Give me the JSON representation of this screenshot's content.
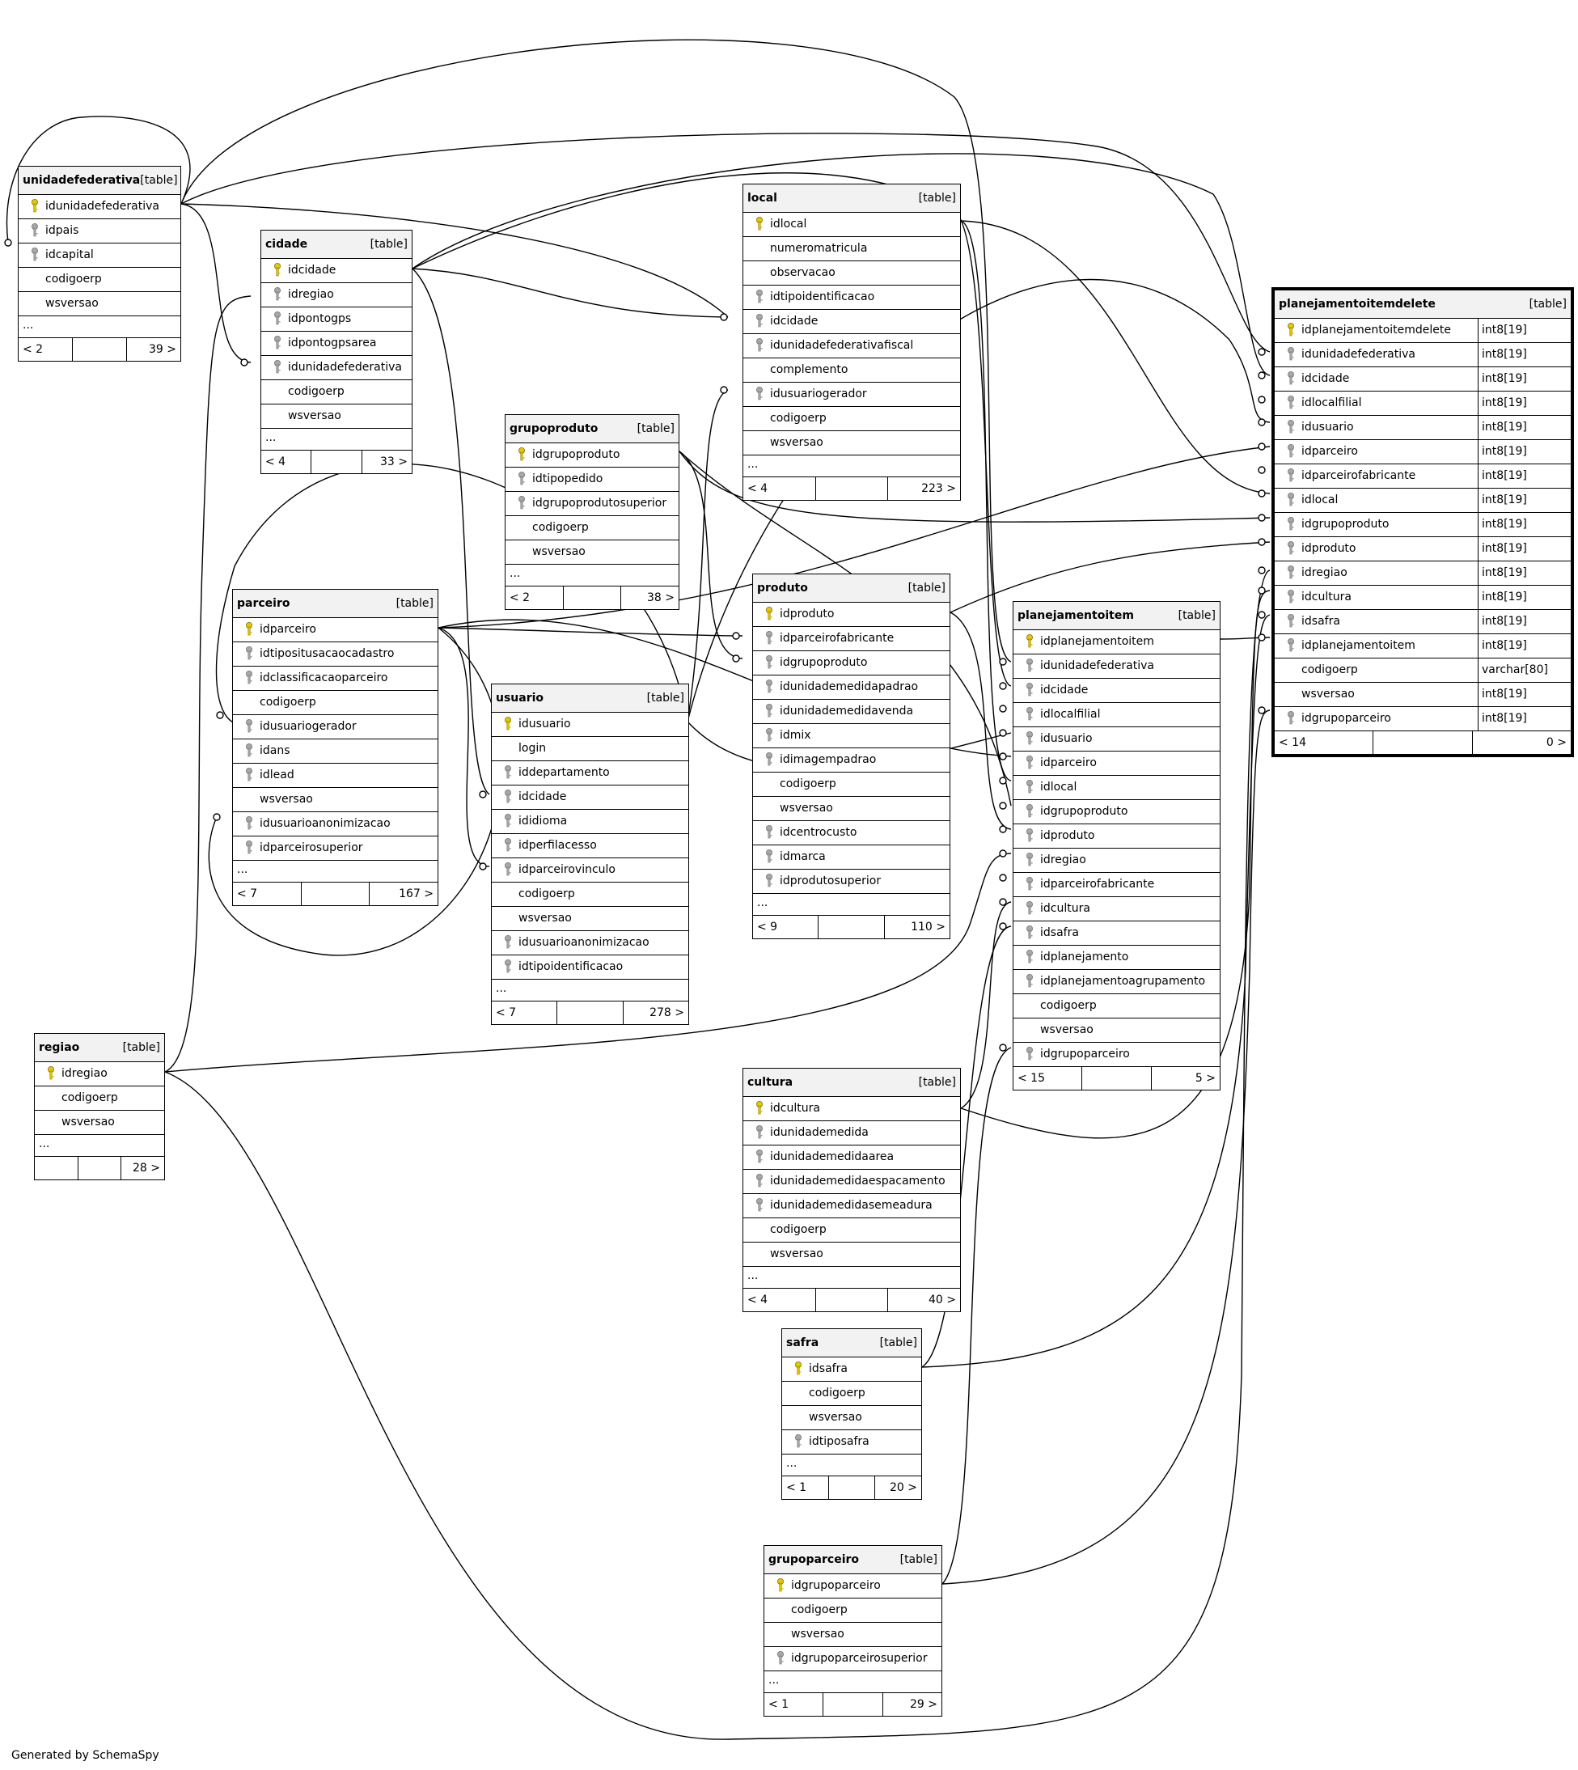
{
  "footer_text": "Generated by SchemaSpy",
  "colors": {
    "pk_key": "#e6c800",
    "fk_key": "#a8a8a8",
    "header_bg": "#f2f2f2"
  },
  "tables": [
    {
      "id": "unidadefederativa",
      "name": "unidadefederativa",
      "kind": "[table]",
      "columns": [
        {
          "n": "idunidadefederativa",
          "k": "pk"
        },
        {
          "n": "idpais",
          "k": "fk"
        },
        {
          "n": "idcapital",
          "k": "fk"
        },
        {
          "n": "codigoerp",
          "k": ""
        },
        {
          "n": "wsversao",
          "k": ""
        }
      ],
      "ellipsis": "...",
      "footer": [
        "< 2",
        "",
        "39 >"
      ]
    },
    {
      "id": "cidade",
      "name": "cidade",
      "kind": "[table]",
      "columns": [
        {
          "n": "idcidade",
          "k": "pk"
        },
        {
          "n": "idregiao",
          "k": "fk"
        },
        {
          "n": "idpontogps",
          "k": "fk"
        },
        {
          "n": "idpontogpsarea",
          "k": "fk"
        },
        {
          "n": "idunidadefederativa",
          "k": "fk"
        },
        {
          "n": "codigoerp",
          "k": ""
        },
        {
          "n": "wsversao",
          "k": ""
        }
      ],
      "ellipsis": "...",
      "footer": [
        "< 4",
        "",
        "33 >"
      ]
    },
    {
      "id": "local",
      "name": "local",
      "kind": "[table]",
      "columns": [
        {
          "n": "idlocal",
          "k": "pk"
        },
        {
          "n": "numeromatricula",
          "k": ""
        },
        {
          "n": "observacao",
          "k": ""
        },
        {
          "n": "idtipoidentificacao",
          "k": "fk"
        },
        {
          "n": "idcidade",
          "k": "fk"
        },
        {
          "n": "idunidadefederativafiscal",
          "k": "fk"
        },
        {
          "n": "complemento",
          "k": ""
        },
        {
          "n": "idusuariogerador",
          "k": "fk"
        },
        {
          "n": "codigoerp",
          "k": ""
        },
        {
          "n": "wsversao",
          "k": ""
        }
      ],
      "ellipsis": "...",
      "footer": [
        "< 4",
        "",
        "223 >"
      ]
    },
    {
      "id": "grupoproduto",
      "name": "grupoproduto",
      "kind": "[table]",
      "columns": [
        {
          "n": "idgrupoproduto",
          "k": "pk"
        },
        {
          "n": "idtipopedido",
          "k": "fk"
        },
        {
          "n": "idgrupoprodutosuperior",
          "k": "fk"
        },
        {
          "n": "codigoerp",
          "k": ""
        },
        {
          "n": "wsversao",
          "k": ""
        }
      ],
      "ellipsis": "...",
      "footer": [
        "< 2",
        "",
        "38 >"
      ]
    },
    {
      "id": "parceiro",
      "name": "parceiro",
      "kind": "[table]",
      "columns": [
        {
          "n": "idparceiro",
          "k": "pk"
        },
        {
          "n": "idtipositusacaocadastro",
          "k": "fk"
        },
        {
          "n": "idclassificacaoparceiro",
          "k": "fk"
        },
        {
          "n": "codigoerp",
          "k": ""
        },
        {
          "n": "idusuariogerador",
          "k": "fk"
        },
        {
          "n": "idans",
          "k": "fk"
        },
        {
          "n": "idlead",
          "k": "fk"
        },
        {
          "n": "wsversao",
          "k": ""
        },
        {
          "n": "idusuarioanonimizacao",
          "k": "fk"
        },
        {
          "n": "idparceirosuperior",
          "k": "fk"
        }
      ],
      "ellipsis": "...",
      "footer": [
        "< 7",
        "",
        "167 >"
      ]
    },
    {
      "id": "usuario",
      "name": "usuario",
      "kind": "[table]",
      "columns": [
        {
          "n": "idusuario",
          "k": "pk"
        },
        {
          "n": "login",
          "k": ""
        },
        {
          "n": "iddepartamento",
          "k": "fk"
        },
        {
          "n": "idcidade",
          "k": "fk"
        },
        {
          "n": "ididioma",
          "k": "fk"
        },
        {
          "n": "idperfilacesso",
          "k": "fk"
        },
        {
          "n": "idparceirovinculo",
          "k": "fk"
        },
        {
          "n": "codigoerp",
          "k": ""
        },
        {
          "n": "wsversao",
          "k": ""
        },
        {
          "n": "idusuarioanonimizacao",
          "k": "fk"
        },
        {
          "n": "idtipoidentificacao",
          "k": "fk"
        }
      ],
      "ellipsis": "...",
      "footer": [
        "< 7",
        "",
        "278 >"
      ]
    },
    {
      "id": "produto",
      "name": "produto",
      "kind": "[table]",
      "columns": [
        {
          "n": "idproduto",
          "k": "pk"
        },
        {
          "n": "idparceirofabricante",
          "k": "fk"
        },
        {
          "n": "idgrupoproduto",
          "k": "fk"
        },
        {
          "n": "idunidademedidapadrao",
          "k": "fk"
        },
        {
          "n": "idunidademedidavenda",
          "k": "fk"
        },
        {
          "n": "idmix",
          "k": "fk"
        },
        {
          "n": "idimagempadrao",
          "k": "fk"
        },
        {
          "n": "codigoerp",
          "k": ""
        },
        {
          "n": "wsversao",
          "k": ""
        },
        {
          "n": "idcentrocusto",
          "k": "fk"
        },
        {
          "n": "idmarca",
          "k": "fk"
        },
        {
          "n": "idprodutosuperior",
          "k": "fk"
        }
      ],
      "ellipsis": "...",
      "footer": [
        "< 9",
        "",
        "110 >"
      ]
    },
    {
      "id": "planejamentoitem",
      "name": "planejamentoitem",
      "kind": "[table]",
      "columns": [
        {
          "n": "idplanejamentoitem",
          "k": "pk"
        },
        {
          "n": "idunidadefederativa",
          "k": "fk"
        },
        {
          "n": "idcidade",
          "k": "fk"
        },
        {
          "n": "idlocalfilial",
          "k": "fk"
        },
        {
          "n": "idusuario",
          "k": "fk"
        },
        {
          "n": "idparceiro",
          "k": "fk"
        },
        {
          "n": "idlocal",
          "k": "fk"
        },
        {
          "n": "idgrupoproduto",
          "k": "fk"
        },
        {
          "n": "idproduto",
          "k": "fk"
        },
        {
          "n": "idregiao",
          "k": "fk"
        },
        {
          "n": "idparceirofabricante",
          "k": "fk"
        },
        {
          "n": "idcultura",
          "k": "fk"
        },
        {
          "n": "idsafra",
          "k": "fk"
        },
        {
          "n": "idplanejamento",
          "k": "fk"
        },
        {
          "n": "idplanejamentoagrupamento",
          "k": "fk"
        },
        {
          "n": "codigoerp",
          "k": ""
        },
        {
          "n": "wsversao",
          "k": ""
        },
        {
          "n": "idgrupoparceiro",
          "k": "fk"
        }
      ],
      "ellipsis": "",
      "footer": [
        "< 15",
        "",
        "5 >"
      ]
    },
    {
      "id": "regiao",
      "name": "regiao",
      "kind": "[table]",
      "columns": [
        {
          "n": "idregiao",
          "k": "pk"
        },
        {
          "n": "codigoerp",
          "k": ""
        },
        {
          "n": "wsversao",
          "k": ""
        }
      ],
      "ellipsis": "...",
      "footer": [
        "",
        "",
        "28 >"
      ]
    },
    {
      "id": "cultura",
      "name": "cultura",
      "kind": "[table]",
      "columns": [
        {
          "n": "idcultura",
          "k": "pk"
        },
        {
          "n": "idunidademedida",
          "k": "fk"
        },
        {
          "n": "idunidademedidaarea",
          "k": "fk"
        },
        {
          "n": "idunidademedidaespacamento",
          "k": "fk"
        },
        {
          "n": "idunidademedidasemeadura",
          "k": "fk"
        },
        {
          "n": "codigoerp",
          "k": ""
        },
        {
          "n": "wsversao",
          "k": ""
        }
      ],
      "ellipsis": "...",
      "footer": [
        "< 4",
        "",
        "40 >"
      ]
    },
    {
      "id": "safra",
      "name": "safra",
      "kind": "[table]",
      "columns": [
        {
          "n": "idsafra",
          "k": "pk"
        },
        {
          "n": "codigoerp",
          "k": ""
        },
        {
          "n": "wsversao",
          "k": ""
        },
        {
          "n": "idtiposafra",
          "k": "fk"
        }
      ],
      "ellipsis": "...",
      "footer": [
        "< 1",
        "",
        "20 >"
      ]
    },
    {
      "id": "grupoparceiro",
      "name": "grupoparceiro",
      "kind": "[table]",
      "columns": [
        {
          "n": "idgrupoparceiro",
          "k": "pk"
        },
        {
          "n": "codigoerp",
          "k": ""
        },
        {
          "n": "wsversao",
          "k": ""
        },
        {
          "n": "idgrupoparceirosuperior",
          "k": "fk"
        }
      ],
      "ellipsis": "...",
      "footer": [
        "< 1",
        "",
        "29 >"
      ]
    },
    {
      "id": "planejamentoitemdelete",
      "name": "planejamentoitemdelete",
      "kind": "[table]",
      "focus": true,
      "columns": [
        {
          "n": "idplanejamentoitemdelete",
          "k": "pk",
          "t": "int8[19]"
        },
        {
          "n": "idunidadefederativa",
          "k": "fk",
          "t": "int8[19]"
        },
        {
          "n": "idcidade",
          "k": "fk",
          "t": "int8[19]"
        },
        {
          "n": "idlocalfilial",
          "k": "fk",
          "t": "int8[19]"
        },
        {
          "n": "idusuario",
          "k": "fk",
          "t": "int8[19]"
        },
        {
          "n": "idparceiro",
          "k": "fk",
          "t": "int8[19]"
        },
        {
          "n": "idparceirofabricante",
          "k": "fk",
          "t": "int8[19]"
        },
        {
          "n": "idlocal",
          "k": "fk",
          "t": "int8[19]"
        },
        {
          "n": "idgrupoproduto",
          "k": "fk",
          "t": "int8[19]"
        },
        {
          "n": "idproduto",
          "k": "fk",
          "t": "int8[19]"
        },
        {
          "n": "idregiao",
          "k": "fk",
          "t": "int8[19]"
        },
        {
          "n": "idcultura",
          "k": "fk",
          "t": "int8[19]"
        },
        {
          "n": "idsafra",
          "k": "fk",
          "t": "int8[19]"
        },
        {
          "n": "idplanejamentoitem",
          "k": "fk",
          "t": "int8[19]"
        },
        {
          "n": "codigoerp",
          "k": "",
          "t": "varchar[80]"
        },
        {
          "n": "wsversao",
          "k": "",
          "t": "int8[19]"
        },
        {
          "n": "idgrupoparceiro",
          "k": "fk",
          "t": "int8[19]"
        }
      ],
      "ellipsis": "",
      "footer": [
        "< 14",
        "",
        "0 >"
      ]
    }
  ],
  "relations": [
    {
      "from": "unidadefederativa",
      "to": "unidadefederativa"
    },
    {
      "from": "unidadefederativa",
      "to": "cidade"
    },
    {
      "from": "unidadefederativa",
      "to": "local"
    },
    {
      "from": "unidadefederativa",
      "to": "planejamentoitemdelete"
    },
    {
      "from": "unidadefederativa",
      "to": "planejamentoitem"
    },
    {
      "from": "cidade",
      "to": "local"
    },
    {
      "from": "cidade",
      "to": "usuario"
    },
    {
      "from": "cidade",
      "to": "planejamentoitemdelete"
    },
    {
      "from": "cidade",
      "to": "planejamentoitem"
    },
    {
      "from": "regiao",
      "to": "cidade"
    },
    {
      "from": "regiao",
      "to": "planejamentoitemdelete"
    },
    {
      "from": "regiao",
      "to": "planejamentoitem"
    },
    {
      "from": "local",
      "to": "planejamentoitemdelete"
    },
    {
      "from": "local",
      "to": "planejamentoitem"
    },
    {
      "from": "usuario",
      "to": "local"
    },
    {
      "from": "usuario",
      "to": "parceiro"
    },
    {
      "from": "usuario",
      "to": "planejamentoitemdelete"
    },
    {
      "from": "usuario",
      "to": "planejamentoitem"
    },
    {
      "from": "parceiro",
      "to": "parceiro"
    },
    {
      "from": "parceiro",
      "to": "produto"
    },
    {
      "from": "parceiro",
      "to": "usuario"
    },
    {
      "from": "parceiro",
      "to": "planejamentoitemdelete"
    },
    {
      "from": "parceiro",
      "to": "planejamentoitem"
    },
    {
      "from": "grupoproduto",
      "to": "produto"
    },
    {
      "from": "grupoproduto",
      "to": "planejamentoitemdelete"
    },
    {
      "from": "grupoproduto",
      "to": "planejamentoitem"
    },
    {
      "from": "produto",
      "to": "planejamentoitemdelete"
    },
    {
      "from": "produto",
      "to": "planejamentoitem"
    },
    {
      "from": "cultura",
      "to": "planejamentoitemdelete"
    },
    {
      "from": "cultura",
      "to": "planejamentoitem"
    },
    {
      "from": "safra",
      "to": "planejamentoitemdelete"
    },
    {
      "from": "safra",
      "to": "planejamentoitem"
    },
    {
      "from": "grupoparceiro",
      "to": "planejamentoitemdelete"
    },
    {
      "from": "grupoparceiro",
      "to": "planejamentoitem"
    },
    {
      "from": "planejamentoitem",
      "to": "planejamentoitemdelete"
    }
  ]
}
